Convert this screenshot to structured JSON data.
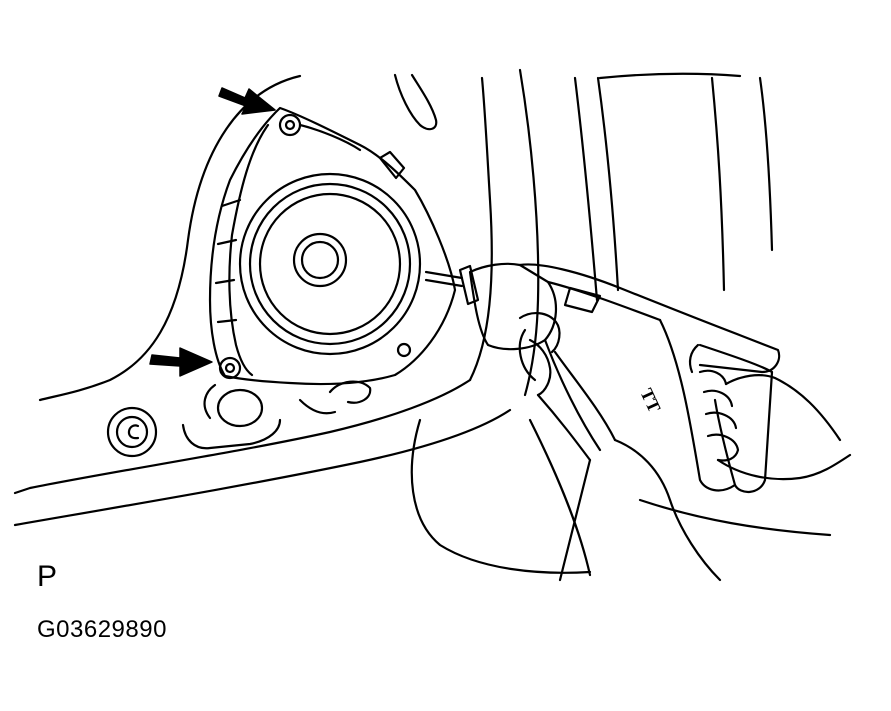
{
  "figure": {
    "view_label": "P",
    "figure_code": "G03629890",
    "tool_marking": "TT"
  },
  "colors": {
    "line": "#000000",
    "background": "#ffffff"
  }
}
